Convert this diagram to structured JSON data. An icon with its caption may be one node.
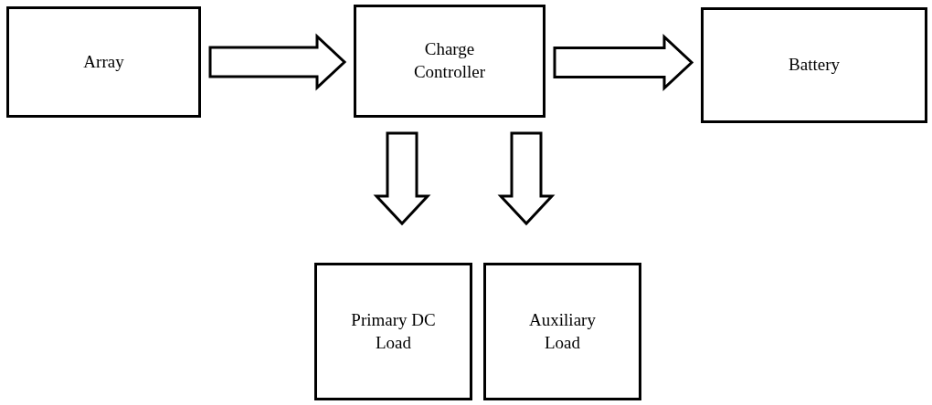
{
  "diagram": {
    "nodes": [
      {
        "text": [
          "Array"
        ]
      },
      {
        "text": [
          "Charge Controller"
        ]
      },
      {
        "text": [
          "Battery"
        ]
      },
      {
        "text": [
          "Primary DC Load"
        ]
      },
      {
        "text": [
          "Auxiliary Load"
        ]
      }
    ],
    "edges": [
      {
        "from": 0,
        "to": 1,
        "arrow": "to"
      },
      {
        "from": 1,
        "to": 2,
        "arrow": "to"
      },
      {
        "from": 1,
        "to": 3,
        "arrow": "to"
      },
      {
        "from": 1,
        "to": 4,
        "arrow": "to"
      }
    ]
  }
}
